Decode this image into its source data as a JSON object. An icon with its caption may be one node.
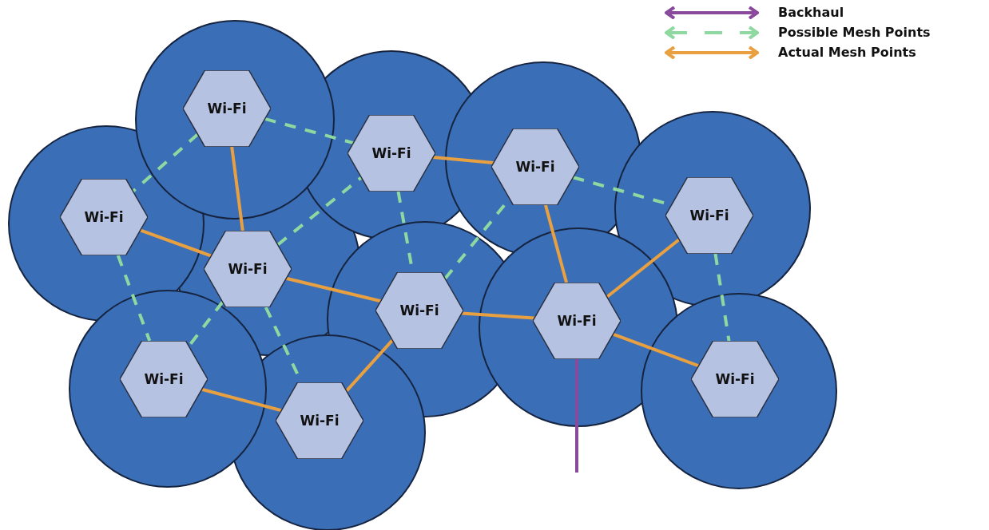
{
  "diagram": {
    "nodes": [
      {
        "text": [
          "Wi-Fi"
        ]
      },
      {
        "text": [
          "Wi-Fi"
        ]
      },
      {
        "text": [
          "Wi-Fi"
        ]
      },
      {
        "text": [
          "Wi-Fi"
        ]
      },
      {
        "text": [
          "Wi-Fi"
        ]
      },
      {
        "text": [
          "Wi-Fi"
        ]
      },
      {
        "text": [
          "Wi-Fi"
        ]
      },
      {
        "text": [
          "Wi-Fi"
        ]
      },
      {
        "text": [
          "Wi-Fi"
        ]
      },
      {
        "text": [
          "Wi-Fi"
        ]
      },
      {
        "text": [
          "Wi-Fi"
        ]
      }
    ],
    "edges": [
      {
        "from": 0,
        "to": 5,
        "arrow": "none",
        "color": "#e8a040"
      },
      {
        "from": 3,
        "to": 5,
        "arrow": "none",
        "color": "#e8a040"
      },
      {
        "from": 5,
        "to": 6,
        "arrow": "none",
        "color": "#e8a040"
      },
      {
        "from": 8,
        "to": 10,
        "arrow": "none",
        "color": "#e8a040"
      },
      {
        "from": 10,
        "to": 6,
        "arrow": "none",
        "color": "#e8a040"
      },
      {
        "from": 1,
        "to": 2,
        "arrow": "none",
        "color": "#e8a040"
      },
      {
        "from": 6,
        "to": 7,
        "arrow": "none",
        "color": "#e8a040"
      },
      {
        "from": 2,
        "to": 7,
        "arrow": "none",
        "color": "#e8a040"
      },
      {
        "from": 7,
        "to": 4,
        "arrow": "none",
        "color": "#e8a040"
      },
      {
        "from": 7,
        "to": 9,
        "arrow": "none",
        "color": "#e8a040"
      },
      {
        "from": 0,
        "to": 3,
        "arrow": "none",
        "style": "dashed",
        "color": "#8fd8a0"
      },
      {
        "from": 0,
        "to": 1,
        "arrow": "none",
        "style": "dashed",
        "color": "#8fd8a0"
      },
      {
        "from": 3,
        "to": 8,
        "arrow": "none",
        "style": "dashed",
        "color": "#8fd8a0"
      },
      {
        "from": 5,
        "to": 1,
        "arrow": "none",
        "style": "dashed",
        "color": "#8fd8a0"
      },
      {
        "from": 1,
        "to": 6,
        "arrow": "none",
        "style": "dashed",
        "color": "#8fd8a0"
      },
      {
        "from": 5,
        "to": 8,
        "arrow": "none",
        "style": "dashed",
        "color": "#8fd8a0"
      },
      {
        "from": 5,
        "to": 10,
        "arrow": "none",
        "style": "dashed",
        "color": "#8fd8a0"
      },
      {
        "from": 6,
        "to": 2,
        "arrow": "none",
        "style": "dashed",
        "color": "#8fd8a0"
      },
      {
        "from": 2,
        "to": 4,
        "arrow": "none",
        "style": "dashed",
        "color": "#8fd8a0"
      },
      {
        "from": 4,
        "to": 9,
        "arrow": "none",
        "style": "dashed",
        "color": "#8fd8a0"
      },
      {
        "from": 7,
        "to": null,
        "arrow": "none",
        "color": "#8a4a9c"
      }
    ],
    "legend": [
      {
        "text": "Backhaul"
      },
      {
        "text": "Possible Mesh Points"
      },
      {
        "text": "Actual Mesh Points"
      }
    ]
  }
}
